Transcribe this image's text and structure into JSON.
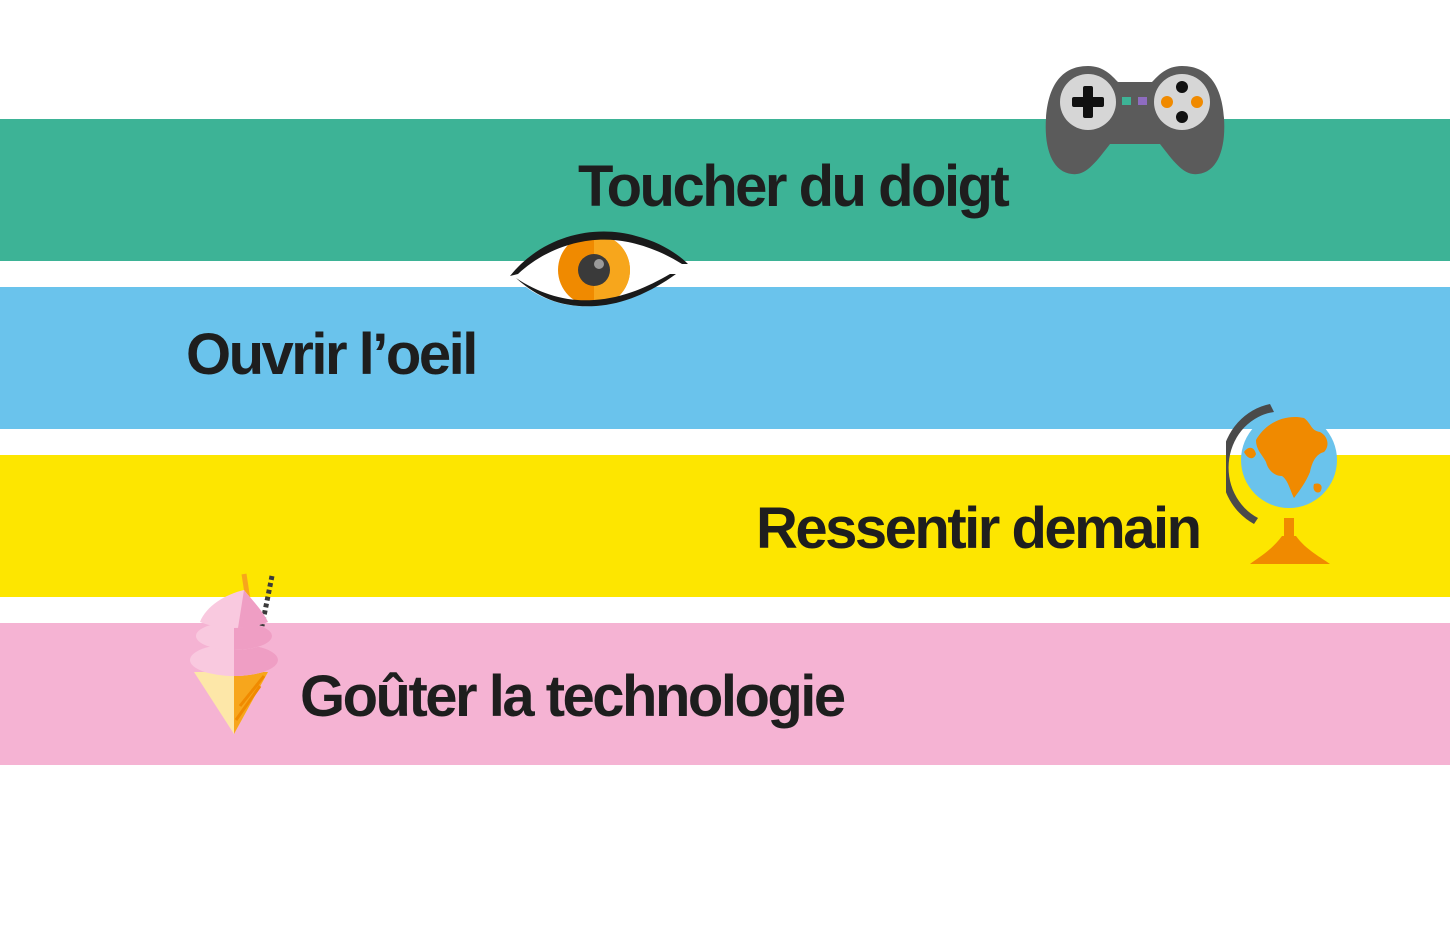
{
  "bands": [
    {
      "label": "Toucher du doigt",
      "color": "#3db396",
      "icon": "gamepad-icon"
    },
    {
      "label": "Ouvrir l’oeil",
      "color": "#6ac3ec",
      "icon": "eye-icon"
    },
    {
      "label": "Ressentir demain",
      "color": "#fde600",
      "icon": "globe-icon"
    },
    {
      "label": "Goûter la technologie",
      "color": "#f5b3d3",
      "icon": "ice-cream-icon"
    }
  ],
  "colors": {
    "text": "#1e1e1e",
    "background": "#ffffff",
    "accent_orange": "#f08a00",
    "icon_gray": "#5a5a5a"
  }
}
